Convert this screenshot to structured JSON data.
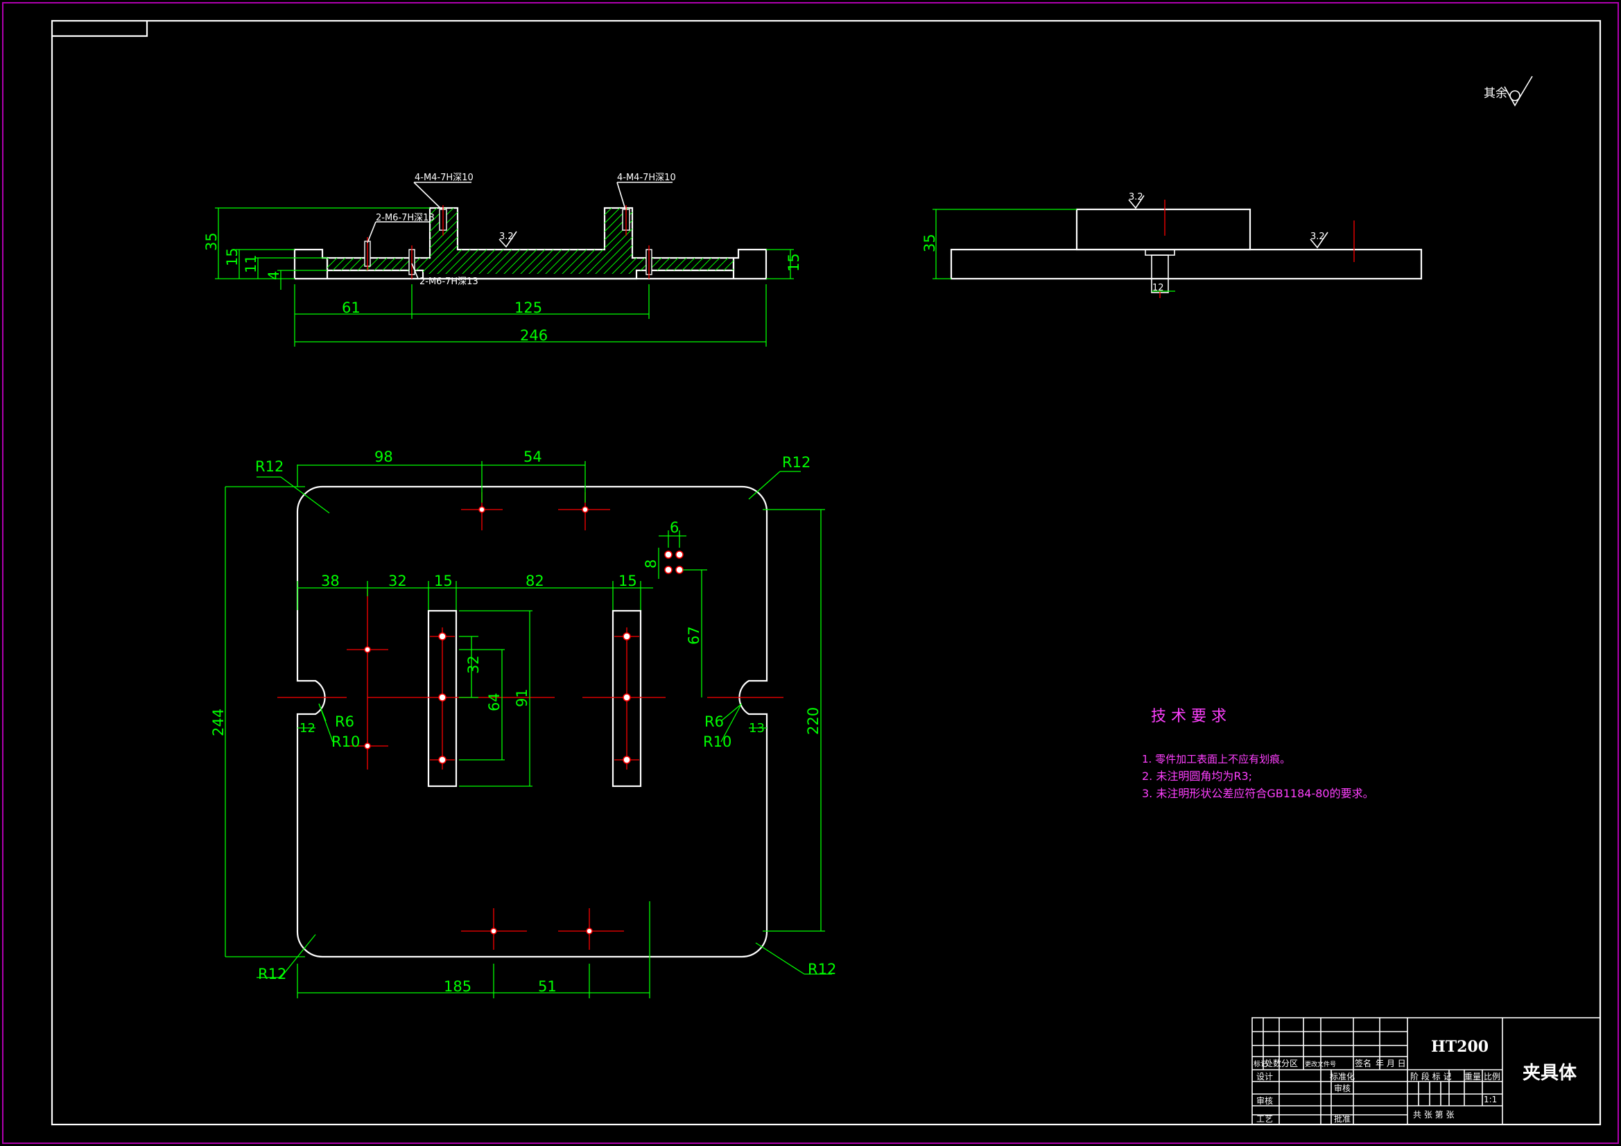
{
  "colors": {
    "background": "#000000",
    "frame": "#b000b0",
    "outline": "#ffffff",
    "dimension": "#00ff00",
    "centerline": "#ff0000",
    "notes": "#ff40ff"
  },
  "roughness": {
    "rest_label": "其余",
    "value": "3.2"
  },
  "front_view": {
    "callouts": [
      "4-M4-7H深10",
      "4-M4-7H深10",
      "2-M6-7H深13",
      "2-M6-7H深13"
    ],
    "dims": {
      "h35": "35",
      "h15": "15",
      "h11": "11",
      "h4": "4",
      "h15_right": "15",
      "w61": "61",
      "w125": "125",
      "w246": "246"
    }
  },
  "side_view": {
    "dims": {
      "h35": "35",
      "w12": "12"
    }
  },
  "plan_view": {
    "dims": {
      "w98": "98",
      "w54": "54",
      "w38": "38",
      "w32": "32",
      "w15a": "15",
      "w82": "82",
      "w15b": "15",
      "w6": "6",
      "h8": "8",
      "h67": "67",
      "h32": "32",
      "h64": "64",
      "h91": "91",
      "h244": "244",
      "h220": "220",
      "w185": "185",
      "w51": "51",
      "w12": "12",
      "w13": "13"
    },
    "radii": {
      "r12": "R12",
      "r6": "R6",
      "r10": "R10"
    }
  },
  "tech_requirements": {
    "title": "技 术 要 求",
    "items": [
      "1. 零件加工表面上不应有划痕。",
      "2. 未注明圆角均为R3;",
      "3. 未注明形状公差应符合GB1184-80的要求。"
    ]
  },
  "title_block": {
    "material": "HT200",
    "part_name": "夹具体",
    "scale": "1:1",
    "labels": {
      "mark": "标记",
      "count": "处数",
      "zone": "分区",
      "change_doc": "更改文件号",
      "sign": "签名",
      "date": "年 月 日",
      "design": "设计",
      "standardize": "标准化",
      "review": "审核",
      "process": "工艺",
      "approve": "批准",
      "check": "审核",
      "stage": "阶 段 标 记",
      "weight": "重量",
      "scale_label": "比例",
      "sheets": "共   张   第   张"
    }
  }
}
